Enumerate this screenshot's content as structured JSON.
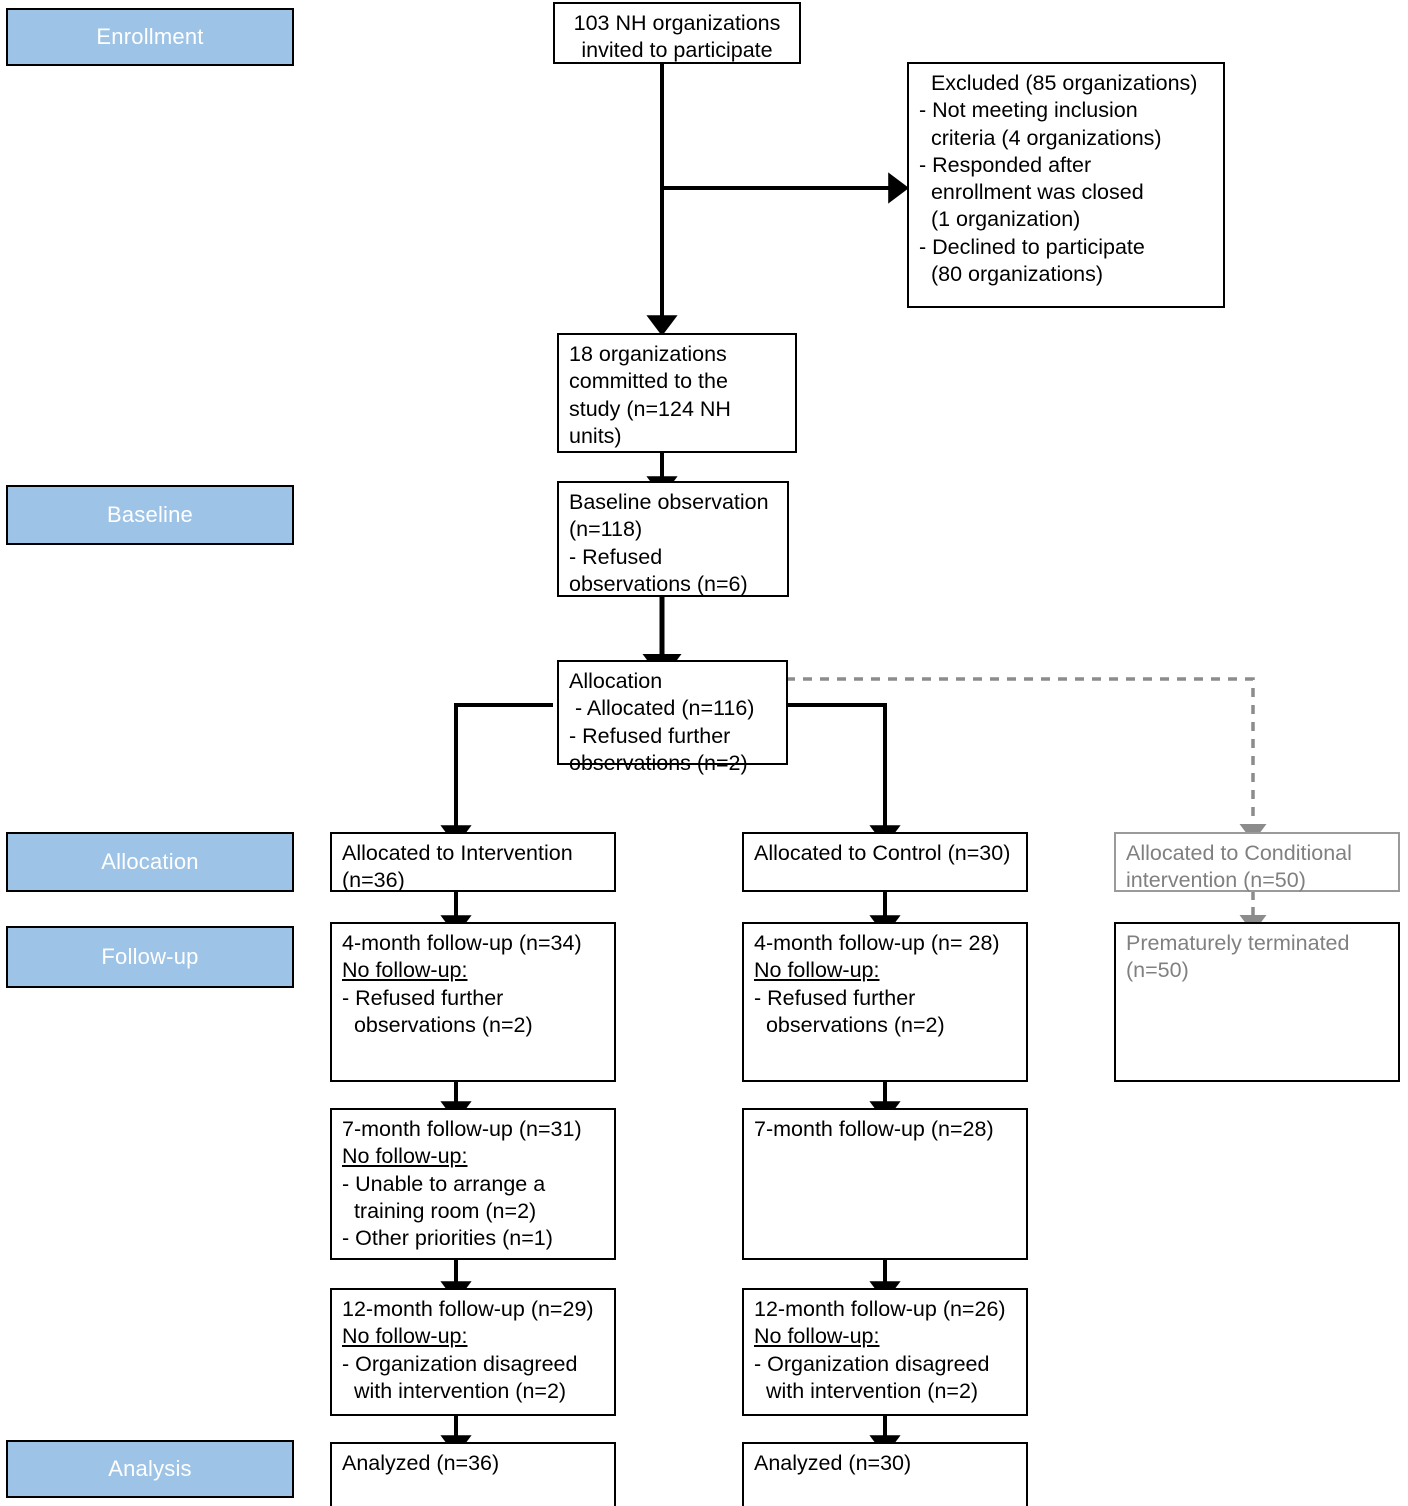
{
  "diagram": {
    "title": "CONSORT participant flow diagram",
    "colors": {
      "stage_fill": "#9dc3e6",
      "stage_text": "#ffffff",
      "box_border": "#000000",
      "box_text": "#000000",
      "muted_text": "#808080",
      "muted_border": "#9a9a9a",
      "background": "#ffffff"
    }
  },
  "stages": [
    {
      "id": "enrollment",
      "label": "Enrollment"
    },
    {
      "id": "baseline",
      "label": "Baseline"
    },
    {
      "id": "allocation",
      "label": "Allocation"
    },
    {
      "id": "followup",
      "label": "Follow-up"
    },
    {
      "id": "analysis",
      "label": "Analysis"
    }
  ],
  "nodes": {
    "invited": {
      "lines": [
        "103 NH organizations",
        "invited to participate"
      ]
    },
    "excluded": {
      "lines": [
        "  Excluded (85 organizations)",
        "- Not meeting inclusion",
        "  criteria (4 organizations)",
        "- Responded after",
        "  enrollment was closed",
        "  (1 organization)",
        "- Declined to participate",
        "  (80 organizations)"
      ]
    },
    "committed": {
      "lines": [
        "18 organizations",
        "committed to the",
        "study (n=124 NH",
        "units)"
      ]
    },
    "baseline_observation": {
      "lines": [
        "Baseline observation",
        "(n=118)",
        "- Refused",
        "observations (n=6)"
      ]
    },
    "allocation_box": {
      "lines": [
        "Allocation",
        " - Allocated (n=116)",
        "- Refused further",
        "observations (n=2)"
      ]
    },
    "alloc_intervention": {
      "lines": [
        "Allocated to Intervention",
        "(n=36)"
      ]
    },
    "alloc_control": {
      "lines": [
        "Allocated to Control (n=30)"
      ]
    },
    "alloc_conditional": {
      "lines": [
        "Allocated to Conditional",
        "intervention (n=50)"
      ]
    },
    "int_4month": {
      "lines": [
        "4-month follow-up (n=34)",
        "No follow-up:",
        "- Refused further",
        "  observations (n=2)"
      ],
      "underline_index": 1
    },
    "ctl_4month": {
      "lines": [
        "4-month follow-up (n= 28)",
        "No follow-up:",
        "- Refused further",
        "  observations (n=2)"
      ],
      "underline_index": 1
    },
    "cond_terminated": {
      "lines": [
        "Prematurely terminated",
        "(n=50)"
      ]
    },
    "int_7month": {
      "lines": [
        "7-month follow-up (n=31)",
        "No follow-up:",
        "- Unable to arrange a",
        "  training room (n=2)",
        "- Other priorities (n=1)"
      ],
      "underline_index": 1
    },
    "ctl_7month": {
      "lines": [
        "7-month follow-up (n=28)"
      ]
    },
    "int_12month": {
      "lines": [
        "12-month follow-up (n=29)",
        "No follow-up:",
        "- Organization disagreed",
        "  with intervention (n=2)"
      ],
      "underline_index": 1
    },
    "ctl_12month": {
      "lines": [
        "12-month follow-up (n=26)",
        "No follow-up:",
        "- Organization disagreed",
        "  with intervention (n=2)"
      ],
      "underline_index": 1
    },
    "int_analyzed": {
      "lines": [
        "Analyzed (n=36)"
      ]
    },
    "ctl_analyzed": {
      "lines": [
        "Analyzed (n=30)"
      ]
    }
  }
}
